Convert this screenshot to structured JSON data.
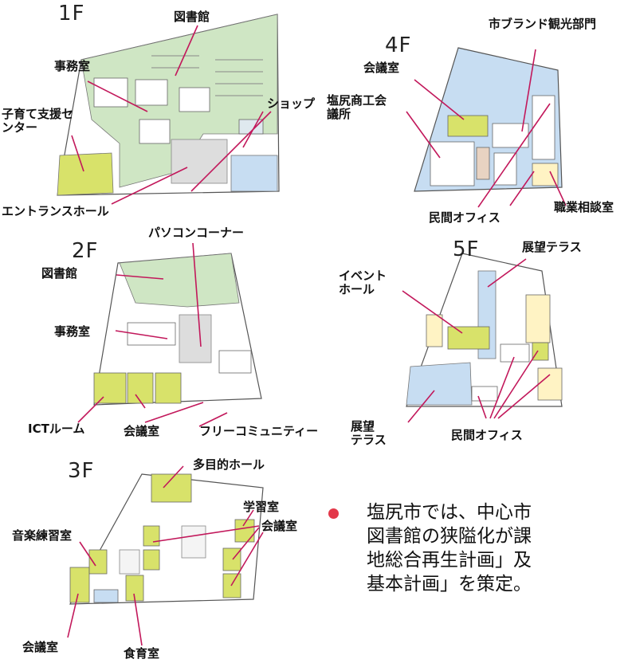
{
  "floors": {
    "f1": {
      "name": "1F",
      "labels": {
        "library": "図書館",
        "office": "事務室",
        "childcare": "子育て支援セ\nンター",
        "shop": "ショップ",
        "entrance": "エントランスホール"
      }
    },
    "f2": {
      "name": "2F",
      "labels": {
        "pc_corner": "パソコンコーナー",
        "library": "図書館",
        "office": "事務室",
        "ict": "ICTルーム",
        "meeting": "会議室",
        "free": "フリーコミュニティー"
      }
    },
    "f3": {
      "name": "3F",
      "labels": {
        "multi_hall": "多目的ホール",
        "study": "学習室",
        "music": "音楽練習室",
        "meeting_right": "会議室",
        "meeting_bottom": "会議室",
        "food": "食育室"
      }
    },
    "f4": {
      "name": "4F",
      "labels": {
        "brand": "市ブランド観光部門",
        "meeting": "会議室",
        "chamber": "塩尻商工会\n議所",
        "private": "民間オフィス",
        "jobs": "職業相談室"
      }
    },
    "f5": {
      "name": "5F",
      "labels": {
        "terrace_top": "展望テラス",
        "event": "イベント\nホール",
        "terrace_bottom": "展望\nテラス",
        "private": "民間オフィス"
      }
    }
  },
  "bullet": {
    "lines": [
      "塩尻市では、中心市",
      "図書館の狭隘化が課",
      "地総合再生計画」及",
      "基本計画」を策定。"
    ]
  },
  "colors": {
    "library_green": "#cfe6c4",
    "room_yellow": "#d8e26a",
    "terrace_blue": "#c7ddf2",
    "wall_gray": "#dddddd",
    "leader_magenta": "#c2185b",
    "bullet_red": "#e3384a"
  }
}
